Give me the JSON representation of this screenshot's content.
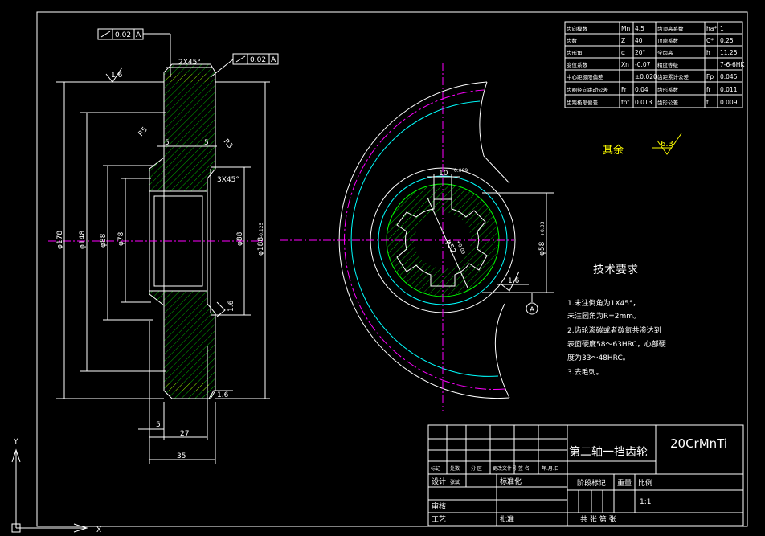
{
  "drawing": {
    "part_name": "第二轴一挡齿轮",
    "material": "20CrMnTi",
    "scale": "1:1",
    "remaining_roughness": "其余",
    "remaining_roughness_value": "6.3"
  },
  "gear_params": [
    [
      "齿向模数",
      "Mn",
      "4.5",
      "齿顶高系数",
      "ha*",
      "1"
    ],
    [
      "齿数",
      "Z",
      "40",
      "顶隙系数",
      "C*",
      "0.25"
    ],
    [
      "齿形角",
      "α",
      "20°",
      "全齿高",
      "h",
      "11.25"
    ],
    [
      "变位系数",
      "Xn",
      "-0.07",
      "精度等级",
      "",
      "7-6-6HK"
    ],
    [
      "中心距极限偏差",
      "",
      "±0.020",
      "齿距累计公差",
      "Fp",
      "0.045"
    ],
    [
      "齿圈径向跳动公差",
      "Fr",
      "0.04",
      "齿形系数",
      "fr",
      "0.011"
    ],
    [
      "齿距极限偏差",
      "fpt",
      "0.013",
      "齿形公差",
      "f",
      "0.009"
    ]
  ],
  "section_dims": {
    "chamfer_top": "2X45°",
    "tol_1": "0.02",
    "tol_1_datum": "A",
    "tol_2": "0.02",
    "tol_2_datum": "A",
    "rough_top": "1.6",
    "rough_mid": "1.6",
    "rough_bot": "1.6",
    "radius_left": "R5",
    "radius_right": "R3",
    "step_left": "5",
    "step_right": "5",
    "chamfer_bore": "3X45°",
    "d178": "φ178",
    "d148": "φ148",
    "d88_l": "φ88",
    "d78": "φ78",
    "d88_r": "φ88",
    "d188": "φ188",
    "d188_tol": "-0.125",
    "w5": "5",
    "w27": "27",
    "w35": "35"
  },
  "front_view": {
    "key_width": "10",
    "key_width_tol": "+0.009",
    "spline_dia": "φ52",
    "spline_tol": "+0.03",
    "bore_dia": "φ58",
    "bore_tol": "+0.03",
    "rough": "1.6",
    "datum": "A"
  },
  "tech_req": {
    "title": "技术要求",
    "items": [
      "1.未注倒角为1X45°，",
      "   未注圆角为R=2mm。",
      "2.齿轮渗碳或者碳氮共渗达到",
      "   表面硬度58～63HRC，心部硬",
      "   度为33～48HRC。",
      "3.去毛刺。"
    ]
  },
  "title_block": {
    "h1": "标记",
    "h2": "处数",
    "h3": "分 区",
    "h4": "更改文件号",
    "h5": "签 名",
    "h6": "年.月.日",
    "design": "设计",
    "design_name": "张斌",
    "standard": "标准化",
    "stage": "阶段标记",
    "weight": "重量",
    "ratio": "比例",
    "check": "审核",
    "process": "工艺",
    "approve": "批准",
    "sheets": "共   张  第   张"
  },
  "ucs": {
    "y": "Y",
    "x": "X"
  }
}
